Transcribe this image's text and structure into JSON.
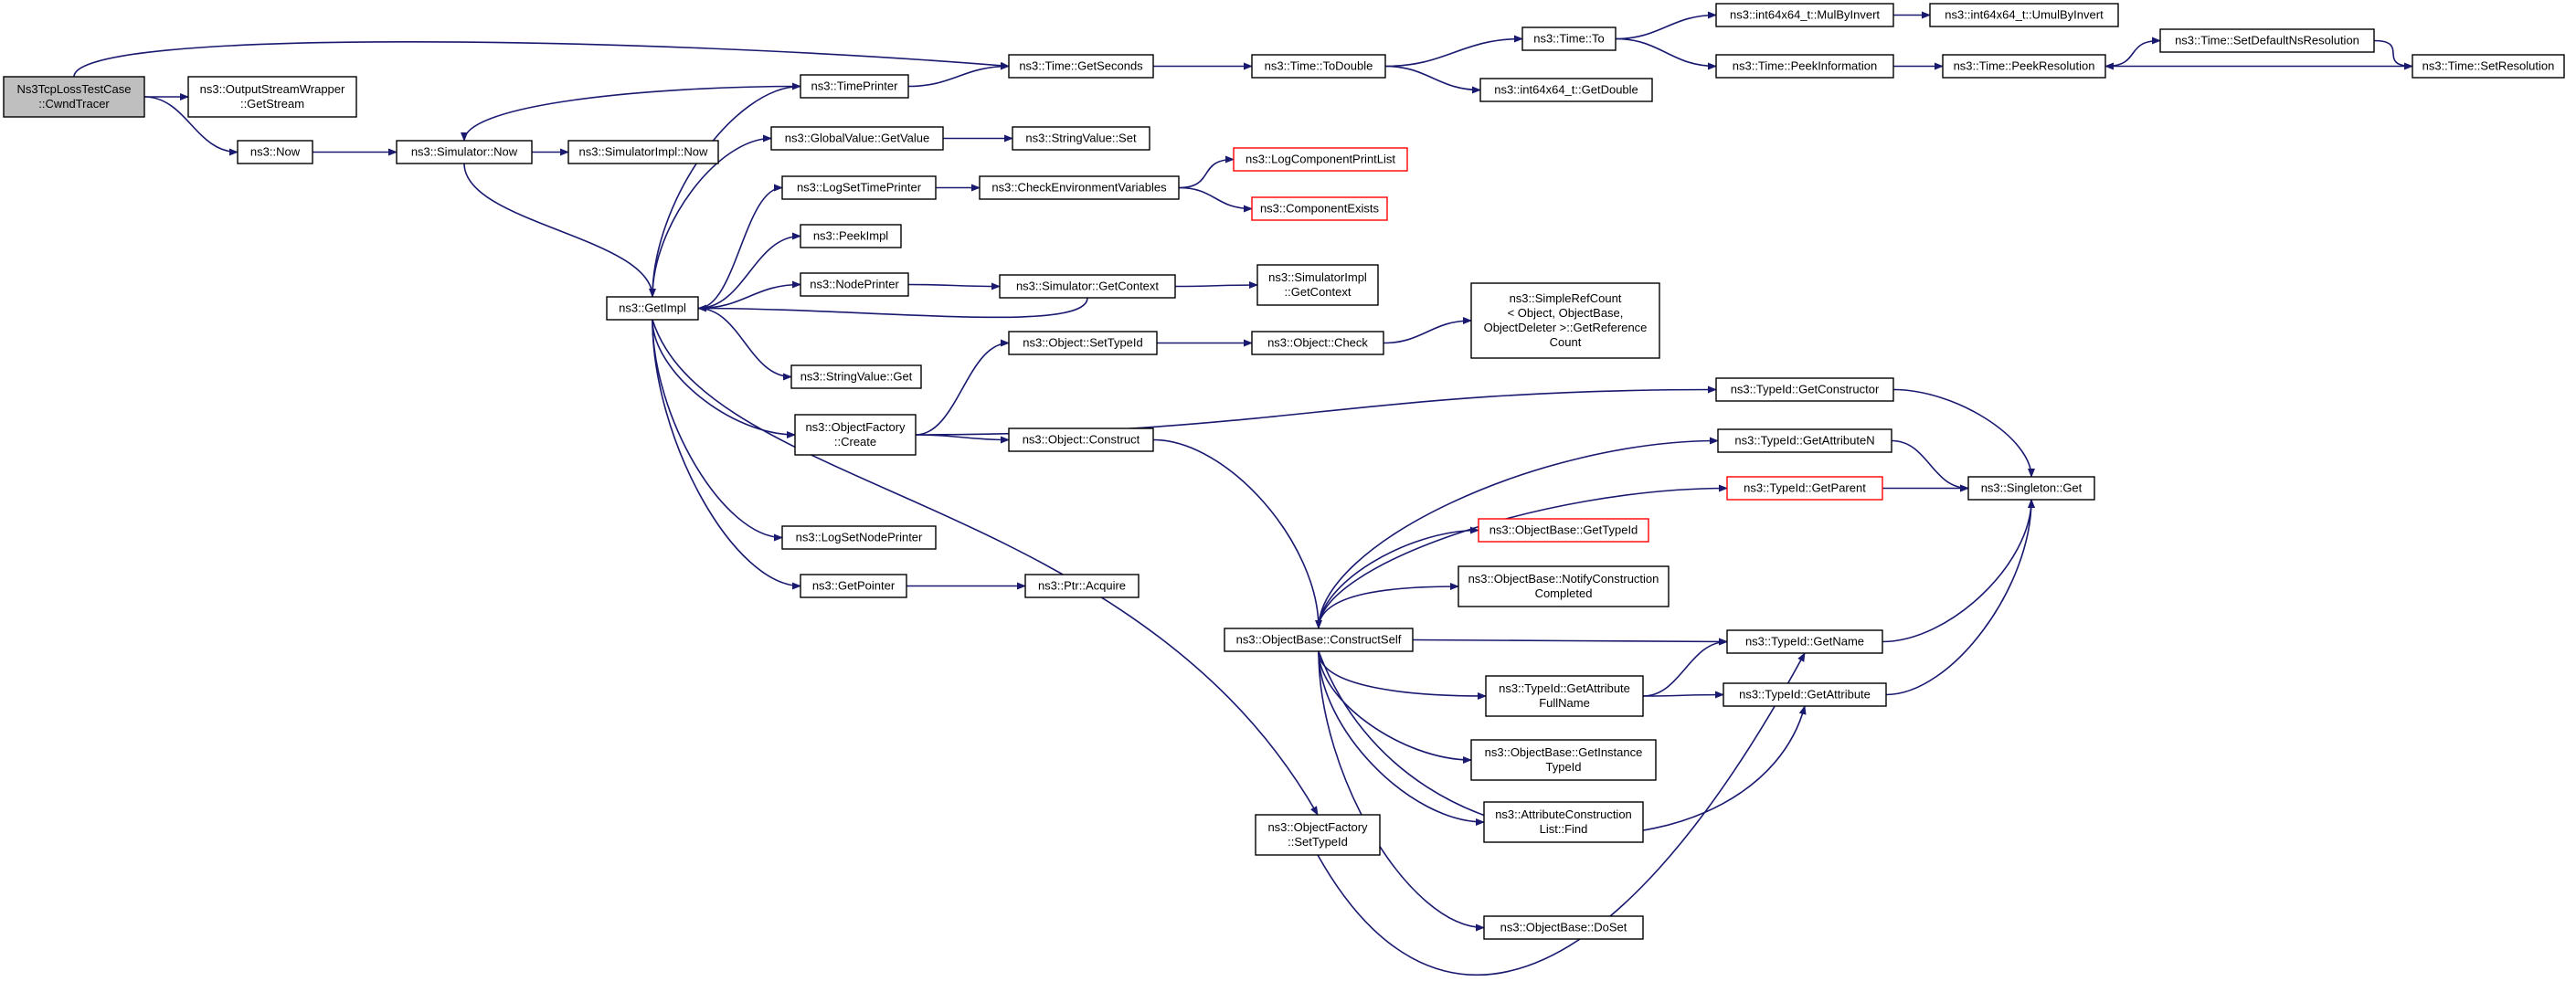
{
  "colors": {
    "edge": "#191970",
    "node_border": "#000000",
    "truncated_border": "#ff0000",
    "root_fill": "#bfbfbf",
    "background": "#ffffff"
  },
  "nodes": [
    {
      "id": "root",
      "lines": [
        "Ns3TcpLossTestCase",
        "::CwndTracer"
      ],
      "root": true
    },
    {
      "id": "osw",
      "lines": [
        "ns3::OutputStreamWrapper",
        "::GetStream"
      ]
    },
    {
      "id": "now",
      "lines": [
        "ns3::Now"
      ]
    },
    {
      "id": "simnow",
      "lines": [
        "ns3::Simulator::Now"
      ]
    },
    {
      "id": "simimplnow",
      "lines": [
        "ns3::SimulatorImpl::Now"
      ]
    },
    {
      "id": "getimpl",
      "lines": [
        "ns3::GetImpl"
      ]
    },
    {
      "id": "timeprinter",
      "lines": [
        "ns3::TimePrinter"
      ]
    },
    {
      "id": "gvgetvalue",
      "lines": [
        "ns3::GlobalValue::GetValue"
      ]
    },
    {
      "id": "logsettime",
      "lines": [
        "ns3::LogSetTimePrinter"
      ]
    },
    {
      "id": "peekimpl",
      "lines": [
        "ns3::PeekImpl"
      ]
    },
    {
      "id": "nodeprinter",
      "lines": [
        "ns3::NodePrinter"
      ]
    },
    {
      "id": "svget",
      "lines": [
        "ns3::StringValue::Get"
      ]
    },
    {
      "id": "ofcreate",
      "lines": [
        "ns3::ObjectFactory",
        "::Create"
      ]
    },
    {
      "id": "logsetnode",
      "lines": [
        "ns3::LogSetNodePrinter"
      ]
    },
    {
      "id": "getpointer",
      "lines": [
        "ns3::GetPointer"
      ]
    },
    {
      "id": "getseconds",
      "lines": [
        "ns3::Time::GetSeconds"
      ]
    },
    {
      "id": "svset",
      "lines": [
        "ns3::StringValue::Set"
      ]
    },
    {
      "id": "checkenv",
      "lines": [
        "ns3::CheckEnvironmentVariables"
      ]
    },
    {
      "id": "simgetctx",
      "lines": [
        "ns3::Simulator::GetContext"
      ]
    },
    {
      "id": "objsettid",
      "lines": [
        "ns3::Object::SetTypeId"
      ]
    },
    {
      "id": "objconstruct",
      "lines": [
        "ns3::Object::Construct"
      ]
    },
    {
      "id": "ptracquire",
      "lines": [
        "ns3::Ptr::Acquire"
      ]
    },
    {
      "id": "todouble",
      "lines": [
        "ns3::Time::ToDouble"
      ]
    },
    {
      "id": "logcomplist",
      "lines": [
        "ns3::LogComponentPrintList"
      ],
      "red": true
    },
    {
      "id": "compexists",
      "lines": [
        "ns3::ComponentExists"
      ],
      "red": true
    },
    {
      "id": "simimplctx",
      "lines": [
        "ns3::SimulatorImpl",
        "::GetContext"
      ]
    },
    {
      "id": "objcheck",
      "lines": [
        "ns3::Object::Check"
      ]
    },
    {
      "id": "constructself",
      "lines": [
        "ns3::ObjectBase::ConstructSelf"
      ]
    },
    {
      "id": "ofsettid",
      "lines": [
        "ns3::ObjectFactory",
        "::SetTypeId"
      ]
    },
    {
      "id": "timeto",
      "lines": [
        "ns3::Time::To"
      ]
    },
    {
      "id": "getdouble",
      "lines": [
        "ns3::int64x64_t::GetDouble"
      ]
    },
    {
      "id": "simplerefcount",
      "lines": [
        "ns3::SimpleRefCount",
        "< Object, ObjectBase,",
        "ObjectDeleter >::GetReference",
        "Count"
      ]
    },
    {
      "id": "obgettid",
      "lines": [
        "ns3::ObjectBase::GetTypeId"
      ],
      "red": true
    },
    {
      "id": "notifyconstr",
      "lines": [
        "ns3::ObjectBase::NotifyConstruction",
        "Completed"
      ]
    },
    {
      "id": "tidgetattrfull",
      "lines": [
        "ns3::TypeId::GetAttribute",
        "FullName"
      ]
    },
    {
      "id": "getinstancetid",
      "lines": [
        "ns3::ObjectBase::GetInstance",
        "TypeId"
      ]
    },
    {
      "id": "attrconstrfind",
      "lines": [
        "ns3::AttributeConstruction",
        "List::Find"
      ]
    },
    {
      "id": "doset",
      "lines": [
        "ns3::ObjectBase::DoSet"
      ]
    },
    {
      "id": "mulbyinvert",
      "lines": [
        "ns3::int64x64_t::MulByInvert"
      ]
    },
    {
      "id": "peekinfo",
      "lines": [
        "ns3::Time::PeekInformation"
      ]
    },
    {
      "id": "tidgetctor",
      "lines": [
        "ns3::TypeId::GetConstructor"
      ]
    },
    {
      "id": "tidgetattrn",
      "lines": [
        "ns3::TypeId::GetAttributeN"
      ]
    },
    {
      "id": "tidgetparent",
      "lines": [
        "ns3::TypeId::GetParent"
      ],
      "red": true
    },
    {
      "id": "tidgetname",
      "lines": [
        "ns3::TypeId::GetName"
      ]
    },
    {
      "id": "tidgetattr",
      "lines": [
        "ns3::TypeId::GetAttribute"
      ]
    },
    {
      "id": "umulbyinvert",
      "lines": [
        "ns3::int64x64_t::UmulByInvert"
      ]
    },
    {
      "id": "peekres",
      "lines": [
        "ns3::Time::PeekResolution"
      ]
    },
    {
      "id": "singletonget",
      "lines": [
        "ns3::Singleton::Get"
      ]
    },
    {
      "id": "setdefaultres",
      "lines": [
        "ns3::Time::SetDefaultNsResolution"
      ]
    },
    {
      "id": "setres",
      "lines": [
        "ns3::Time::SetResolution"
      ]
    }
  ]
}
